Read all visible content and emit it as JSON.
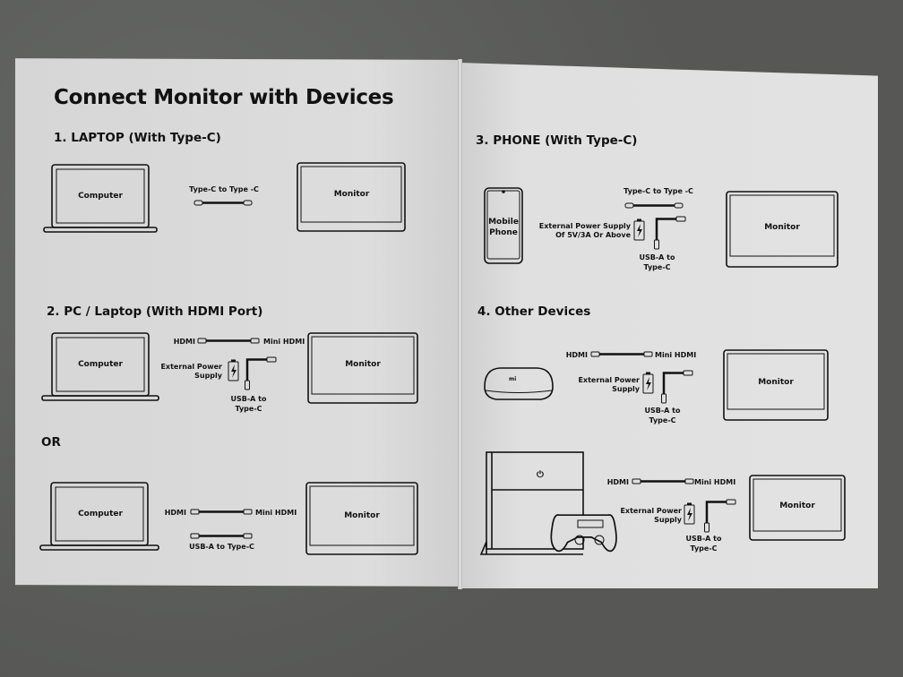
{
  "document": {
    "title": "Connect Monitor with Devices",
    "colors": {
      "paper": "#dcdcdc",
      "ink": "#111111",
      "table_surface": "#5c5d5b"
    },
    "sections": [
      {
        "heading": "1. LAPTOP (With Type-C)",
        "source_device": "Computer",
        "target_device": "Monitor",
        "cables": [
          {
            "label": "Type-C to Type -C",
            "icon": "usb-c-cable-icon"
          }
        ]
      },
      {
        "heading": "2. PC / Laptop (With HDMI Port)",
        "source_device": "Computer",
        "target_device": "Monitor",
        "cables": [
          {
            "left_label": "HDMI",
            "right_label": "Mini HDMI",
            "icon": "hdmi-cable-icon"
          },
          {
            "label_line1": "USB-A to",
            "label_line2": "Type-C",
            "icon": "usb-a-to-c-cable-icon"
          }
        ],
        "power": {
          "line1": "External Power",
          "line2": "Supply",
          "icon": "battery-charging-icon"
        }
      },
      {
        "heading": "OR",
        "source_device": "Computer",
        "target_device": "Monitor",
        "cables": [
          {
            "left_label": "HDMI",
            "right_label": "Mini HDMI",
            "icon": "hdmi-cable-icon"
          },
          {
            "label": "USB-A to Type-C",
            "icon": "usb-a-to-c-cable-icon"
          }
        ]
      },
      {
        "heading": "3. PHONE (With Type-C)",
        "source_device_line1": "Mobile",
        "source_device_line2": "Phone",
        "target_device": "Monitor",
        "cables": [
          {
            "label": "Type-C to Type -C",
            "icon": "usb-c-cable-icon"
          },
          {
            "label_line1": "USB-A to",
            "label_line2": "Type-C",
            "icon": "usb-a-to-c-cable-icon"
          }
        ],
        "power": {
          "line1": "External Power Supply",
          "line2": "Of 5V/3A Or Above",
          "icon": "battery-charging-icon"
        }
      },
      {
        "heading": "4. Other Devices",
        "source_device_logo": "mi",
        "target_device": "Monitor",
        "cables": [
          {
            "left_label": "HDMI",
            "right_label": "Mini HDMI",
            "icon": "hdmi-cable-icon"
          },
          {
            "label_line1": "USB-A to",
            "label_line2": "Type-C",
            "icon": "usb-a-to-c-cable-icon"
          }
        ],
        "power": {
          "line1": "External Power",
          "line2": "Supply",
          "icon": "battery-charging-icon"
        }
      },
      {
        "heading": "",
        "source_device_icon": "game-console-icon",
        "target_device": "Monitor",
        "cables": [
          {
            "left_label": "HDMI",
            "right_label": "Mini HDMI",
            "icon": "hdmi-cable-icon"
          },
          {
            "label_line1": "USB-A to",
            "label_line2": "Type-C",
            "icon": "usb-a-to-c-cable-icon"
          }
        ],
        "power": {
          "line1": "External Power",
          "line2": "Supply",
          "icon": "battery-charging-icon"
        }
      }
    ]
  }
}
